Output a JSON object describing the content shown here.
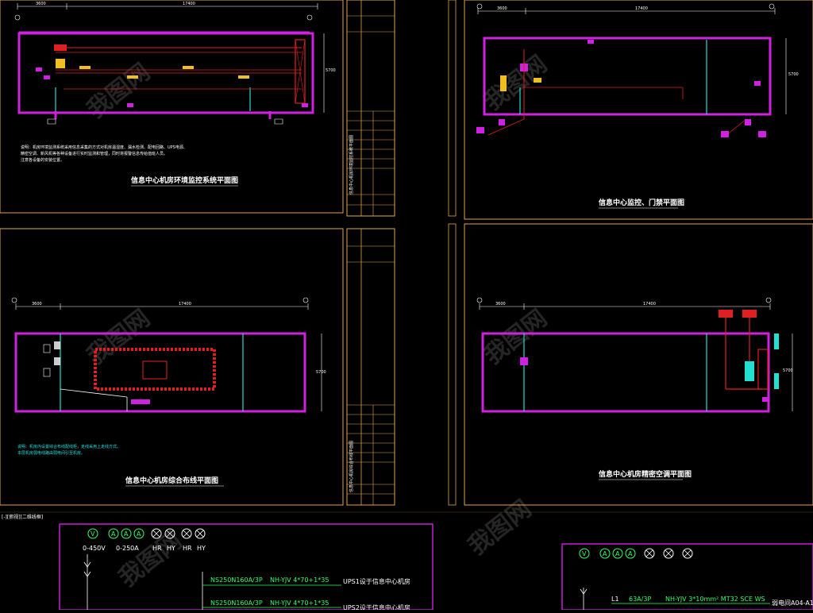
{
  "panels": {
    "top_left": {
      "title": "信息中心机房环境监控系统平面图",
      "dim_total": "17400",
      "dim_first": "3600",
      "dim_side": "5700",
      "note_lines": [
        "说明：机房环境监测系统采用信息采集的方式对机房温湿度、漏水检测、配电回路、UPS电源、",
        "精密空调、新风机等各种设备进行实时监测和管理，同时将报警信息传给值班人员。",
        "注意各设备的安装位置。"
      ]
    },
    "top_right": {
      "title": "信息中心监控、门禁平面图",
      "dim_total": "17400",
      "dim_first": "3600",
      "dim_side": "5700"
    },
    "bottom_left": {
      "title": "信息中心机房综合布线平面图",
      "dim_total": "17400",
      "dim_first": "3600",
      "dim_side": "5700",
      "note_lines": [
        "说明：机房内设置综合布线配线柜，走线采用上走线方式。",
        "本层机房弱电线路由弱电间引至机房。"
      ]
    },
    "bottom_right": {
      "title": "信息中心机房精密空调平面图",
      "dim_total": "17400",
      "dim_first": "3600",
      "dim_side": "5700"
    }
  },
  "sidebars": {
    "top_mid_vertical_text": "信息中心机房环境监控系统平面图",
    "bottom_mid_vertical_text": "信息中心机房综合布线平面图"
  },
  "tab_bar": {
    "text": "[-][俯视][二维线框]"
  },
  "bottom_left_schematic": {
    "meters": [
      "V",
      "A",
      "A",
      "A",
      "⊗",
      "⊗",
      "⊗",
      "⊗"
    ],
    "meter_labels": [
      "0-450V",
      "0-250A",
      "HR",
      "HY",
      "HR",
      "HY"
    ],
    "rows": [
      {
        "breaker": "NS250N160A/3P",
        "cable": "NH-YJV 4*70+1*35",
        "dest": "UPS1设于信息中心机房"
      },
      {
        "breaker": "NS250N160A/3P",
        "cable": "NH-YJV 4*70+1*35",
        "dest": "UPS2设于信息中心机房"
      }
    ]
  },
  "bottom_right_schematic": {
    "meters": [
      "V",
      "A",
      "A",
      "A",
      "⊗",
      "⊗",
      "⊗"
    ],
    "row": {
      "phase": "L1",
      "breaker": "63A/3P",
      "cable": "NH-YJV 3*10mm² MT32 SCE WS",
      "dest": "弱电间A04-A1"
    }
  },
  "watermark": "我图网",
  "colors": {
    "background": "#000000",
    "wall": "#d020e0",
    "frame": "#e3a44a",
    "cyan": "#20e0d0",
    "red": "#e02020",
    "yellow": "#f0c020",
    "lightning": "#ffffff"
  }
}
